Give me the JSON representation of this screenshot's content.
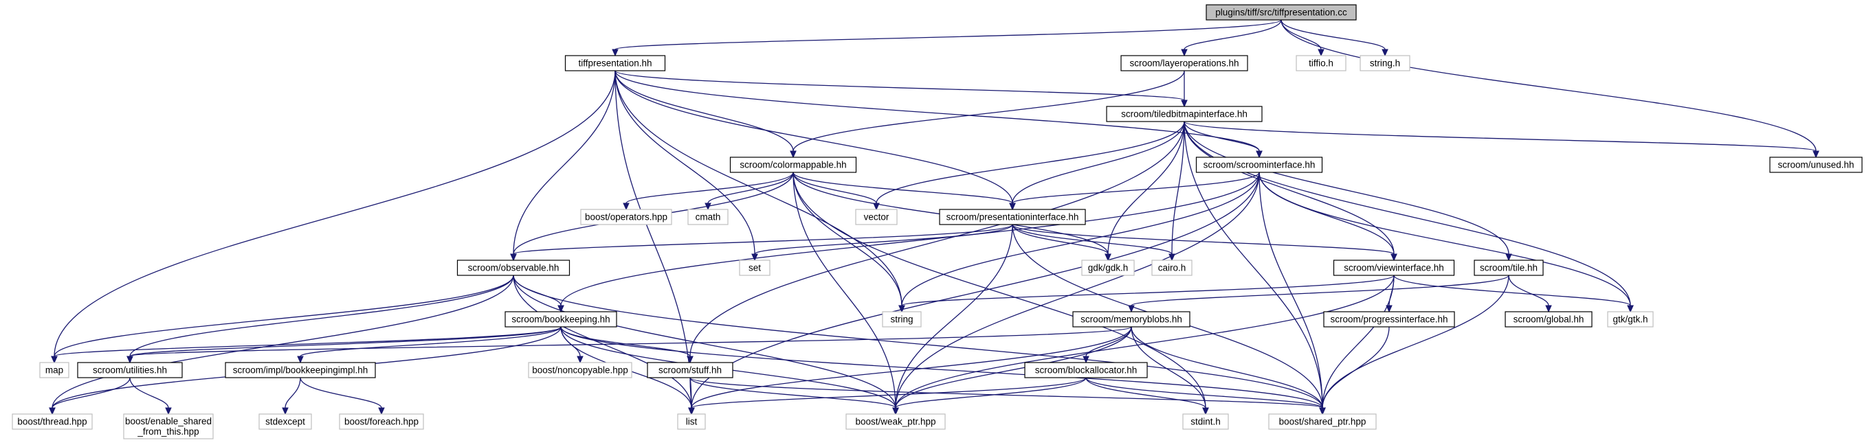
{
  "colors": {
    "edge": "#191970",
    "internal_border": "#000000",
    "external_border": "#bfbfbf",
    "root_fill": "#bfbfbf",
    "background": "#ffffff"
  },
  "nodes": [
    {
      "id": "root",
      "label": "plugins/tiff/src/tiffpresentation.cc",
      "kind": "root"
    },
    {
      "id": "tiffpres",
      "label": "tiffpresentation.hh",
      "kind": "internal"
    },
    {
      "id": "layerops",
      "label": "scroom/layeroperations.hh",
      "kind": "internal"
    },
    {
      "id": "tiffio",
      "label": "tiffio.h",
      "kind": "external"
    },
    {
      "id": "stringh",
      "label": "string.h",
      "kind": "external"
    },
    {
      "id": "tiledbmp",
      "label": "scroom/tiledbitmapinterface.hh",
      "kind": "internal"
    },
    {
      "id": "colormappable",
      "label": "scroom/colormappable.hh",
      "kind": "internal"
    },
    {
      "id": "scroomif",
      "label": "scroom/scroominterface.hh",
      "kind": "internal"
    },
    {
      "id": "unused",
      "label": "scroom/unused.hh",
      "kind": "internal"
    },
    {
      "id": "boostops",
      "label": "boost/operators.hpp",
      "kind": "external"
    },
    {
      "id": "cmath",
      "label": "cmath",
      "kind": "external"
    },
    {
      "id": "vector",
      "label": "vector",
      "kind": "external"
    },
    {
      "id": "presif",
      "label": "scroom/presentationinterface.hh",
      "kind": "internal"
    },
    {
      "id": "observable",
      "label": "scroom/observable.hh",
      "kind": "internal"
    },
    {
      "id": "set",
      "label": "set",
      "kind": "external"
    },
    {
      "id": "gdk",
      "label": "gdk/gdk.h",
      "kind": "external"
    },
    {
      "id": "cairo",
      "label": "cairo.h",
      "kind": "external"
    },
    {
      "id": "viewif",
      "label": "scroom/viewinterface.hh",
      "kind": "internal"
    },
    {
      "id": "tile",
      "label": "scroom/tile.hh",
      "kind": "internal"
    },
    {
      "id": "gtk",
      "label": "gtk/gtk.h",
      "kind": "external"
    },
    {
      "id": "string",
      "label": "string",
      "kind": "external"
    },
    {
      "id": "bookkeeping",
      "label": "scroom/bookkeeping.hh",
      "kind": "internal"
    },
    {
      "id": "memblobs",
      "label": "scroom/memoryblobs.hh",
      "kind": "internal"
    },
    {
      "id": "progressif",
      "label": "scroom/progressinterface.hh",
      "kind": "internal"
    },
    {
      "id": "global",
      "label": "scroom/global.hh",
      "kind": "internal"
    },
    {
      "id": "map",
      "label": "map",
      "kind": "external"
    },
    {
      "id": "utilities",
      "label": "scroom/utilities.hh",
      "kind": "internal"
    },
    {
      "id": "bookimpl",
      "label": "scroom/impl/bookkeepingimpl.hh",
      "kind": "internal"
    },
    {
      "id": "noncopyable",
      "label": "boost/noncopyable.hpp",
      "kind": "external"
    },
    {
      "id": "stuff",
      "label": "scroom/stuff.hh",
      "kind": "internal"
    },
    {
      "id": "blockalloc",
      "label": "scroom/blockallocator.hh",
      "kind": "internal"
    },
    {
      "id": "thread",
      "label": "boost/thread.hpp",
      "kind": "external"
    },
    {
      "id": "enableshared",
      "label": "boost/enable_shared\n_from_this.hpp",
      "kind": "external"
    },
    {
      "id": "stdexcept",
      "label": "stdexcept",
      "kind": "external"
    },
    {
      "id": "foreach",
      "label": "boost/foreach.hpp",
      "kind": "external"
    },
    {
      "id": "list",
      "label": "list",
      "kind": "external"
    },
    {
      "id": "weakptr",
      "label": "boost/weak_ptr.hpp",
      "kind": "external"
    },
    {
      "id": "stdint",
      "label": "stdint.h",
      "kind": "external"
    },
    {
      "id": "sharedptr",
      "label": "boost/shared_ptr.hpp",
      "kind": "external"
    }
  ],
  "edges": [
    [
      "root",
      "tiffpres"
    ],
    [
      "root",
      "layerops"
    ],
    [
      "root",
      "tiffio"
    ],
    [
      "root",
      "stringh"
    ],
    [
      "root",
      "unused"
    ],
    [
      "tiffpres",
      "tiledbmp"
    ],
    [
      "tiffpres",
      "colormappable"
    ],
    [
      "tiffpres",
      "scroomif"
    ],
    [
      "tiffpres",
      "presif"
    ],
    [
      "tiffpres",
      "observable"
    ],
    [
      "tiffpres",
      "set"
    ],
    [
      "tiffpres",
      "string"
    ],
    [
      "tiffpres",
      "map"
    ],
    [
      "tiffpres",
      "list"
    ],
    [
      "layerops",
      "tiledbmp"
    ],
    [
      "layerops",
      "colormappable"
    ],
    [
      "tiledbmp",
      "scroomif"
    ],
    [
      "tiledbmp",
      "unused"
    ],
    [
      "tiledbmp",
      "vector"
    ],
    [
      "tiledbmp",
      "presif"
    ],
    [
      "tiledbmp",
      "gdk"
    ],
    [
      "tiledbmp",
      "cairo"
    ],
    [
      "tiledbmp",
      "viewif"
    ],
    [
      "tiledbmp",
      "tile"
    ],
    [
      "tiledbmp",
      "gtk"
    ],
    [
      "tiledbmp",
      "stuff"
    ],
    [
      "tiledbmp",
      "sharedptr"
    ],
    [
      "colormappable",
      "boostops"
    ],
    [
      "colormappable",
      "cmath"
    ],
    [
      "colormappable",
      "vector"
    ],
    [
      "colormappable",
      "presif"
    ],
    [
      "colormappable",
      "observable"
    ],
    [
      "colormappable",
      "string"
    ],
    [
      "colormappable",
      "gdk"
    ],
    [
      "colormappable",
      "stdint"
    ],
    [
      "colormappable",
      "weakptr"
    ],
    [
      "scroomif",
      "presif"
    ],
    [
      "scroomif",
      "viewif"
    ],
    [
      "scroomif",
      "gtk"
    ],
    [
      "scroomif",
      "string"
    ],
    [
      "scroomif",
      "bookkeeping"
    ],
    [
      "scroomif",
      "sharedptr"
    ],
    [
      "scroomif",
      "weakptr"
    ],
    [
      "scroomif",
      "list"
    ],
    [
      "presif",
      "set"
    ],
    [
      "presif",
      "gdk"
    ],
    [
      "presif",
      "cairo"
    ],
    [
      "presif",
      "viewif"
    ],
    [
      "presif",
      "observable"
    ],
    [
      "presif",
      "weakptr"
    ],
    [
      "presif",
      "sharedptr"
    ],
    [
      "observable",
      "bookkeeping"
    ],
    [
      "observable",
      "map"
    ],
    [
      "observable",
      "utilities"
    ],
    [
      "observable",
      "thread"
    ],
    [
      "observable",
      "list"
    ],
    [
      "observable",
      "weakptr"
    ],
    [
      "observable",
      "sharedptr"
    ],
    [
      "viewif",
      "gtk"
    ],
    [
      "viewif",
      "progressif"
    ],
    [
      "viewif",
      "string"
    ],
    [
      "viewif",
      "sharedptr"
    ],
    [
      "viewif",
      "weakptr"
    ],
    [
      "tile",
      "memblobs"
    ],
    [
      "tile",
      "global"
    ],
    [
      "tile",
      "sharedptr"
    ],
    [
      "bookkeeping",
      "map"
    ],
    [
      "bookkeeping",
      "utilities"
    ],
    [
      "bookkeeping",
      "bookimpl"
    ],
    [
      "bookkeeping",
      "noncopyable"
    ],
    [
      "bookkeeping",
      "stuff"
    ],
    [
      "bookkeeping",
      "list"
    ],
    [
      "bookkeeping",
      "weakptr"
    ],
    [
      "bookkeeping",
      "sharedptr"
    ],
    [
      "bookkeeping",
      "thread"
    ],
    [
      "memblobs",
      "utilities"
    ],
    [
      "memblobs",
      "blockalloc"
    ],
    [
      "memblobs",
      "stdint"
    ],
    [
      "memblobs",
      "list"
    ],
    [
      "memblobs",
      "weakptr"
    ],
    [
      "memblobs",
      "sharedptr"
    ],
    [
      "progressif",
      "sharedptr"
    ],
    [
      "utilities",
      "thread"
    ],
    [
      "utilities",
      "enableshared"
    ],
    [
      "bookimpl",
      "stdexcept"
    ],
    [
      "bookimpl",
      "foreach"
    ],
    [
      "stuff",
      "list"
    ],
    [
      "stuff",
      "weakptr"
    ],
    [
      "stuff",
      "sharedptr"
    ],
    [
      "blockalloc",
      "list"
    ],
    [
      "blockalloc",
      "stdint"
    ],
    [
      "blockalloc",
      "weakptr"
    ],
    [
      "blockalloc",
      "sharedptr"
    ]
  ]
}
